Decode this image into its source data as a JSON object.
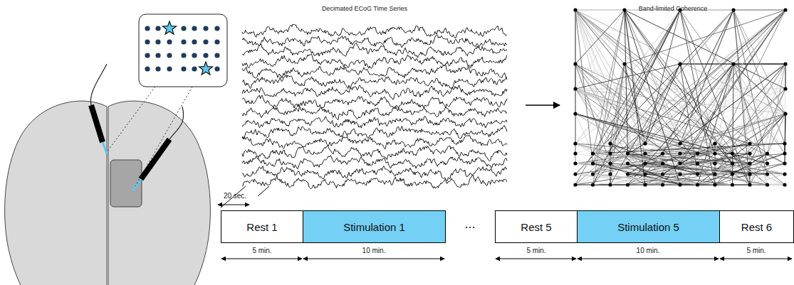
{
  "diagram": {
    "nodes": [
      {
        "text": [
          "Rest 1"
        ]
      },
      {
        "text": [
          "Stimulation 1"
        ]
      },
      {
        "text": [
          "Rest 5"
        ]
      },
      {
        "text": [
          "Stimulation 5"
        ]
      },
      {
        "text": [
          "Rest 6"
        ]
      }
    ],
    "labels": [
      "Decimated ECoG Time Series",
      "Band-limited Coherence",
      "20 sec.",
      "...",
      "5 min.",
      "10 min.",
      "5 min.",
      "10 min.",
      "5 min."
    ]
  }
}
